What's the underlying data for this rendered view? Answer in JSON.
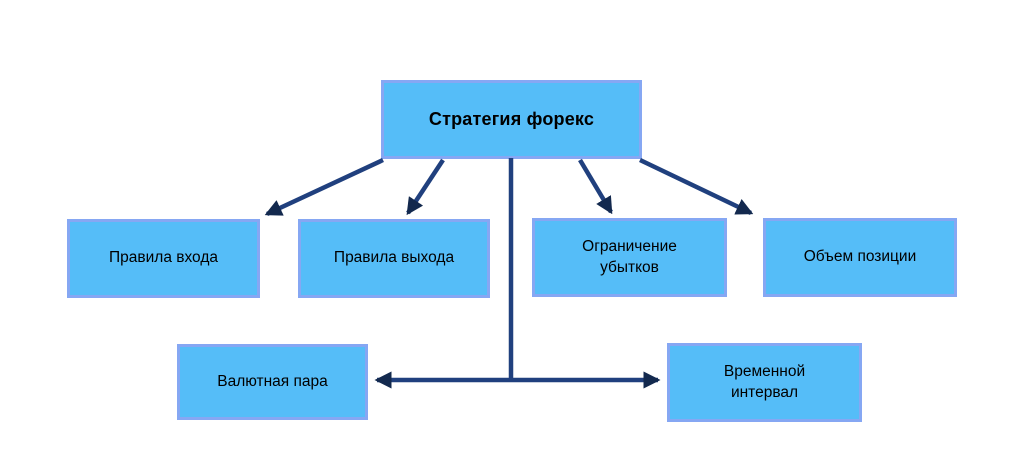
{
  "diagram": {
    "root": {
      "label": "Стратегия форекс"
    },
    "children": [
      {
        "label": "Правила входа"
      },
      {
        "label": "Правила выхода"
      },
      {
        "label": "Ограничение убытков"
      },
      {
        "label": "Объем позиции"
      }
    ],
    "bottom": [
      {
        "label": "Валютная пара"
      },
      {
        "label": "Временной интервал"
      }
    ],
    "colors": {
      "box_fill": "#55bdf8",
      "box_border": "#86a7f3",
      "connector": "#20407e",
      "arrowhead": "#13294e",
      "text": "#000000",
      "background": "#ffffff"
    }
  }
}
